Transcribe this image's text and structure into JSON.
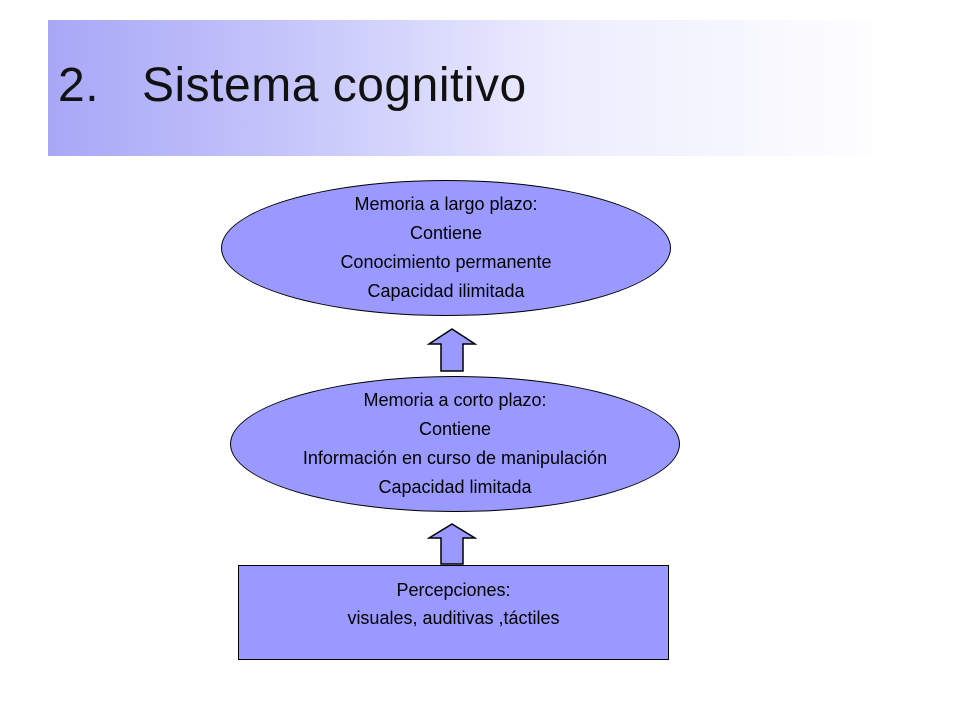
{
  "slide": {
    "title_number": "2.",
    "title_text": "Sistema cognitivo"
  },
  "diagram": {
    "long_term_memory": {
      "lines": [
        "Memoria a largo plazo:",
        "Contiene",
        "Conocimiento permanente",
        "Capacidad ilimitada"
      ]
    },
    "short_term_memory": {
      "lines": [
        "Memoria a corto plazo:",
        "Contiene",
        "Información en curso de manipulación",
        "Capacidad limitada"
      ]
    },
    "perceptions": {
      "lines": [
        "Percepciones:",
        "visuales, auditivas ,táctiles"
      ]
    }
  },
  "colors": {
    "node_fill": "#9999ff",
    "title_band_start": "#a7a7f7",
    "outline": "#000000"
  }
}
